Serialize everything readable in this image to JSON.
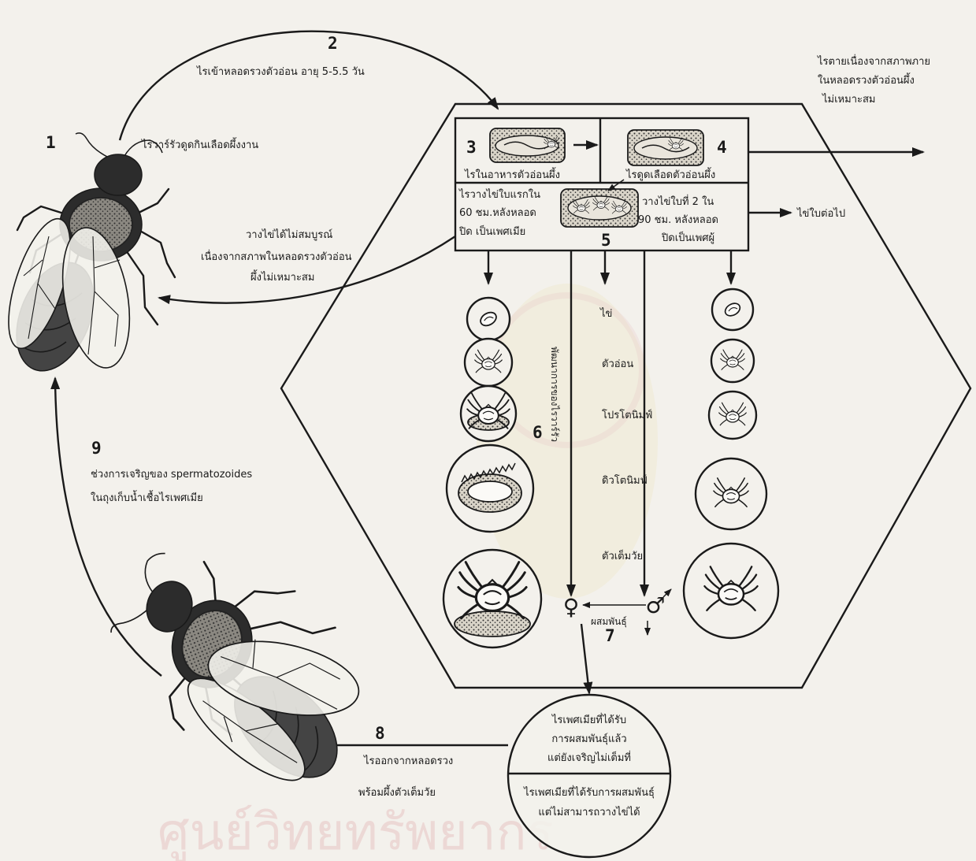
{
  "colors": {
    "ink": "#1a1a1a",
    "paper": "#f3f1ec",
    "watermark": "#e8c4c4"
  },
  "step_numbers": {
    "s1": "1",
    "s2": "2",
    "s3": "3",
    "s4": "4",
    "s5": "5",
    "s6": "6",
    "s7": "7",
    "s8": "8",
    "s9": "9"
  },
  "step1": {
    "label": "ไรวาร์รัวดูดกินเลือดผึ้งงาน"
  },
  "step2": {
    "label": "ไรเข้าหลอดรวงตัวอ่อน อายุ 5-5.5 วัน"
  },
  "mite_death": {
    "lines": [
      "ไรตายเนื่องจากสภาพภาย",
      "ในหลอดรวงตัวอ่อนผึ้ง",
      "ไม่เหมาะสม"
    ]
  },
  "cell3": {
    "label": "ไรในอาหารตัวอ่อนผึ้ง"
  },
  "cell4": {
    "label": "ไรดูดเลือดตัวอ่อนผึ้ง"
  },
  "first_egg": {
    "lines": [
      "ไรวางไข่ใบแรกใน",
      "60 ชม.หลังหลอด",
      "ปิด เป็นเพศเมีย"
    ]
  },
  "second_egg": {
    "lines": [
      "วางไข่ใบที่ 2 ใน",
      "90 ชม. หลังหลอด",
      "ปิดเป็นเพศผู้"
    ]
  },
  "next_egg": "ไข่ใบต่อไป",
  "incomplete_laying": {
    "lines": [
      "วางไข่ได้ไม่สมบูรณ์",
      "เนื่องจากสภาพในหลอดรวงตัวอ่อน",
      "ผึ้งไม่เหมาะสม"
    ]
  },
  "stages": [
    "ไข่",
    "ตัวอ่อน",
    "โปรโตนิมฟ์",
    "ดิวโตนิมฟ์",
    "ตัวเต็มวัย"
  ],
  "development_label": "พัฒนาการของไรวาร์รัว",
  "mating": {
    "female": "♀",
    "male": "♂",
    "label": "ผสมพันธุ์"
  },
  "step8": {
    "lines": [
      "ไรออกจากหลอดรวง",
      "พร้อมผึ้งตัวเต็มวัย"
    ]
  },
  "mated_female": {
    "top": [
      "ไรเพศเมียที่ได้รับ",
      "การผสมพันธุ์แล้ว",
      "แต่ยังเจริญไม่เต็มที่"
    ],
    "bottom": [
      "ไรเพศเมียที่ได้รับการผสมพันธุ์",
      "แต่ไม่สามารถวางไข่ได้"
    ]
  },
  "step9": {
    "lines": [
      "ช่วงการเจริญของ spermatozoides",
      "ในถุงเก็บน้ำเชื้อไรเพศเมีย"
    ]
  },
  "watermark": "ศูนย์วิทยทรัพยากร"
}
